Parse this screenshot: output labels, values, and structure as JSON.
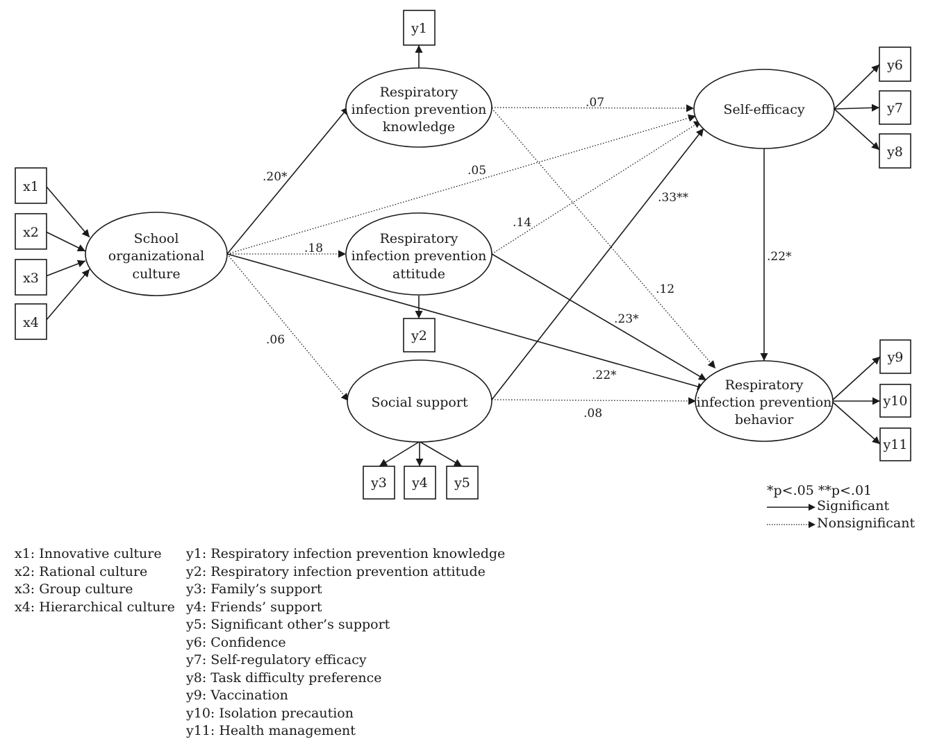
{
  "nodes": {
    "x1": "x1",
    "x2": "x2",
    "x3": "x3",
    "x4": "x4",
    "y1": "y1",
    "y2": "y2",
    "y3": "y3",
    "y4": "y4",
    "y5": "y5",
    "y6": "y6",
    "y7": "y7",
    "y8": "y8",
    "y9": "y9",
    "y10": "y10",
    "y11": "y11",
    "school": [
      "School",
      "organizational",
      "culture"
    ],
    "knowledge": [
      "Respiratory",
      "infection prevention",
      "knowledge"
    ],
    "attitude": [
      "Respiratory",
      "infection prevention",
      "attitude"
    ],
    "social": [
      "Social support"
    ],
    "selfeff": [
      "Self-efficacy"
    ],
    "behavior": [
      "Respiratory",
      "infection prevention",
      "behavior"
    ]
  },
  "paths": [
    {
      "id": "school-knowledge",
      "label": ".20*",
      "significant": true
    },
    {
      "id": "school-selfeff",
      "label": ".05",
      "significant": false
    },
    {
      "id": "school-attitude",
      "label": ".18",
      "significant": false
    },
    {
      "id": "school-social",
      "label": ".06",
      "significant": false
    },
    {
      "id": "school-behavior",
      "label": ".22*",
      "significant": true
    },
    {
      "id": "knowledge-selfeff",
      "label": ".07",
      "significant": false
    },
    {
      "id": "knowledge-behavior",
      "label": ".12",
      "significant": false
    },
    {
      "id": "attitude-selfeff",
      "label": ".14",
      "significant": false
    },
    {
      "id": "attitude-behavior",
      "label": ".23*",
      "significant": true
    },
    {
      "id": "social-selfeff",
      "label": ".33**",
      "significant": true
    },
    {
      "id": "social-behavior",
      "label": ".08",
      "significant": false
    },
    {
      "id": "selfeff-behavior",
      "label": ".22*",
      "significant": true
    }
  ],
  "legend_x": [
    "x1: Innovative culture",
    "x2: Rational culture",
    "x3: Group culture",
    "x4: Hierarchical culture"
  ],
  "legend_y": [
    "y1: Respiratory infection prevention knowledge",
    "y2: Respiratory infection prevention attitude",
    "y3: Family’s support",
    "y4: Friends’ support",
    "y5: Significant other’s support",
    "y6: Confidence",
    "y7: Self-regulatory efficacy",
    "y8: Task difficulty preference",
    "y9: Vaccination",
    "y10: Isolation precaution",
    "y11: Health management"
  ],
  "significance": {
    "note": "*p<.05 **p<.01",
    "significant": "Significant",
    "nonsignificant": "Nonsignificant"
  }
}
